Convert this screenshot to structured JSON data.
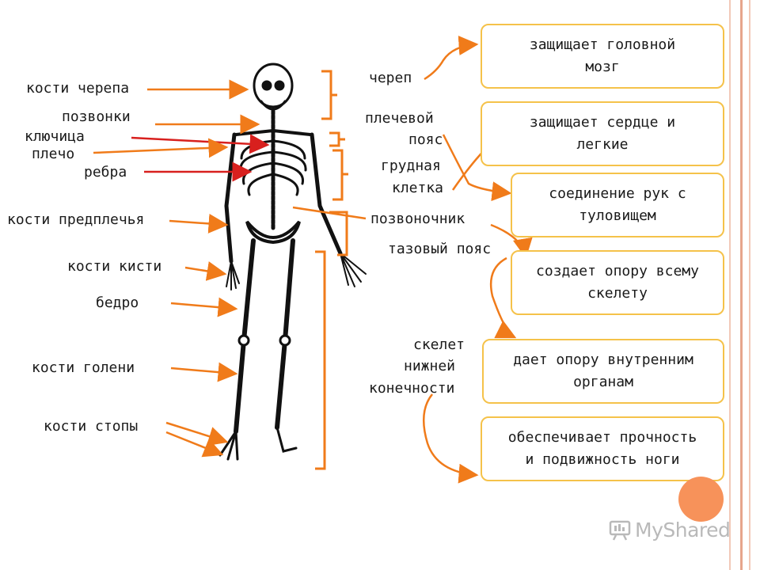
{
  "colors": {
    "box_border": "#f5c24a",
    "connector": "#f07b1a",
    "arrow_red": "#d8201e",
    "bracket": "#f07b1a",
    "stripe_light": "#f2c9b8",
    "stripe_dark": "#e6a58c",
    "badge": "#f7925a"
  },
  "left_labels": {
    "skull_bones": "кости черепа",
    "vertebrae": "позвонки",
    "clavicle": "ключица",
    "shoulder": "плечо",
    "ribs": "ребра",
    "forearm": "кости предплечья",
    "hand": "кости кисти",
    "femur": "бедро",
    "shin": "кости голени",
    "foot": "кости стопы"
  },
  "parts": {
    "skull": "череп",
    "shoulder_girdle_1": "плечевой",
    "shoulder_girdle_2": "пояс",
    "chest_1": "грудная",
    "chest_2": "клетка",
    "spine": "позвоночник",
    "pelvic_girdle": "тазовый пояс",
    "lower_limb_1": "скелет",
    "lower_limb_2": "нижней",
    "lower_limb_3": "конечности"
  },
  "functions": [
    "защищает головной\nмозг",
    "защищает сердце и\nлегкие",
    "соединение рук с\nтуловищем",
    "создает опору всему\nскелету",
    "дает опору внутренним\nорганам",
    "обеспечивает прочность\nи подвижность ноги"
  ],
  "watermark": {
    "brand": "MyShared",
    "icon": "presentation-board-icon"
  }
}
